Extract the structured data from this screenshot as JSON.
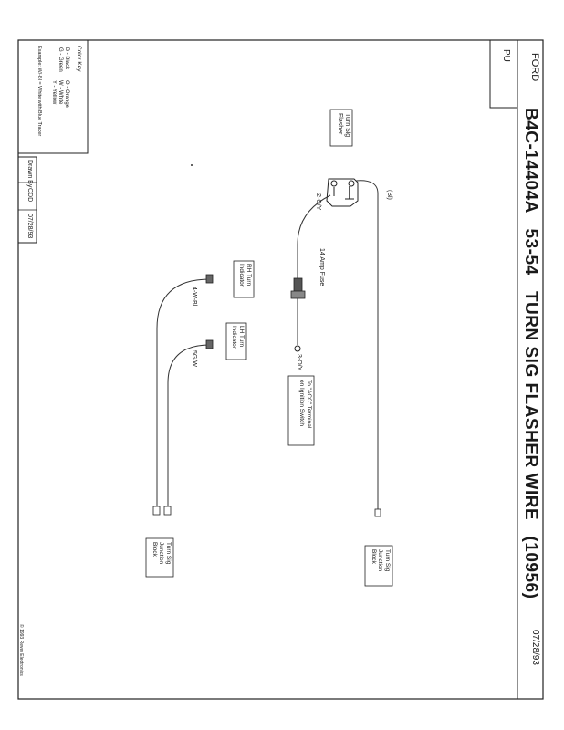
{
  "header": {
    "make": "FORD",
    "model": "PU",
    "title": "B4C-14404A   53-54   TURN SIG FLASHER WIRE   (10956)",
    "date": "07/28/93"
  },
  "legend": {
    "heading": "Color Key",
    "col1": [
      "B - Black",
      "G - Green"
    ],
    "col2": [
      "O - Orange",
      "W - White",
      "Y - Yellow"
    ],
    "example": "Example: W/-Bl = White with Blue Tracer"
  },
  "footer": {
    "drawn_by_label": "Drawn By",
    "drawn_by": "CDD",
    "date": "07/28/93",
    "copyright": "© 1993 Rever Electronics"
  },
  "components": {
    "flasher": [
      "Turn Sig",
      "Flasher"
    ],
    "fuse": "14 Amp Fuse",
    "ignition": [
      "To \"ACC\" Terminal",
      "on Ignition Switch"
    ],
    "rh_indicator": [
      "RH Turn",
      "Indicator"
    ],
    "lh_indicator": [
      "LH Turn",
      "Indicator"
    ],
    "junction_top": [
      "Turn Sig",
      "Junction",
      "Block"
    ],
    "junction_bottom": [
      "Turn Sig",
      "Junction",
      "Block"
    ]
  },
  "wires": {
    "bl": "(Bl)",
    "b2": "2-O/Y",
    "b3": "3-O/Y",
    "wbl": "4-W-Bl",
    "gw": "5G/W"
  }
}
